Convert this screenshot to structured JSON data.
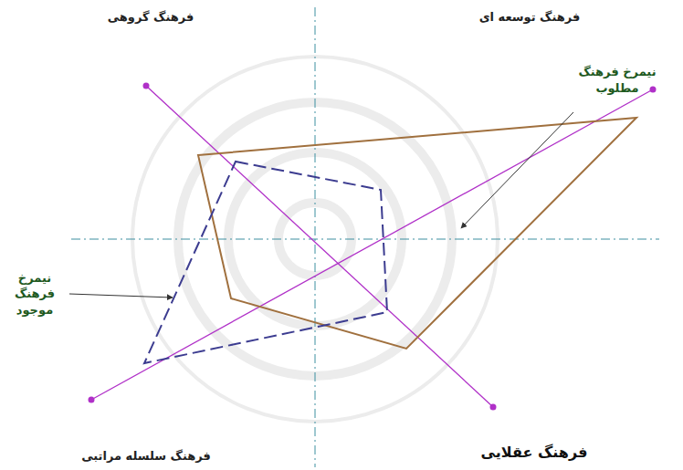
{
  "diagram": {
    "labels": [
      "فرهنگ گروهی",
      "فرهنگ توسعه ای",
      "نیمرخ فرهنگ مطلوب",
      "نیمرخ فرهنگ موجود",
      "فرهنگ سلسله مراتبی",
      "فرهنگ عقلایی"
    ]
  }
}
